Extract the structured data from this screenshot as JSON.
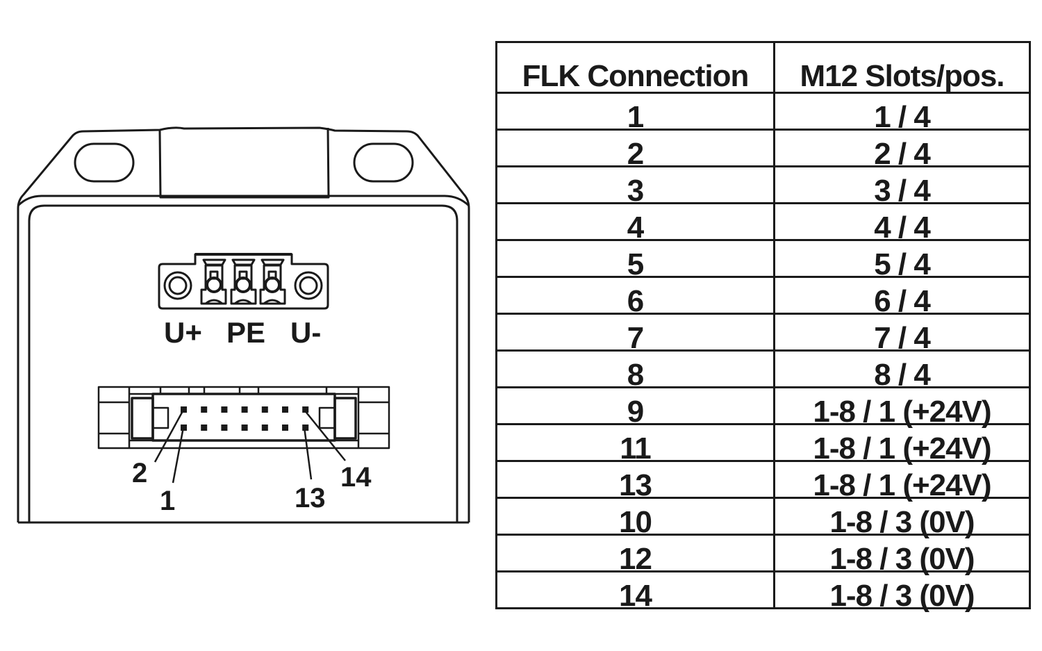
{
  "device": {
    "power_connector_labels": [
      "U+",
      "PE",
      "U-"
    ],
    "flk_pin_labels": {
      "pin_top_left": "2",
      "pin_bottom_left": "1",
      "pin_bottom_right": "13",
      "pin_top_right": "14"
    },
    "flk_pins_per_row": 7,
    "flk_rows": 2
  },
  "table": {
    "headers": [
      "FLK Connection",
      "M12 Slots/pos."
    ],
    "rows": [
      [
        "1",
        "1 / 4"
      ],
      [
        "2",
        "2 / 4"
      ],
      [
        "3",
        "3 / 4"
      ],
      [
        "4",
        "4 / 4"
      ],
      [
        "5",
        "5 / 4"
      ],
      [
        "6",
        "6 / 4"
      ],
      [
        "7",
        "7 / 4"
      ],
      [
        "8",
        "8 / 4"
      ],
      [
        "9",
        "1-8 / 1 (+24V)"
      ],
      [
        "11",
        "1-8 / 1 (+24V)"
      ],
      [
        "13",
        "1-8 / 1 (+24V)"
      ],
      [
        "10",
        "1-8 / 3 (0V)"
      ],
      [
        "12",
        "1-8 / 3 (0V)"
      ],
      [
        "14",
        "1-8 / 3 (0V)"
      ]
    ]
  }
}
